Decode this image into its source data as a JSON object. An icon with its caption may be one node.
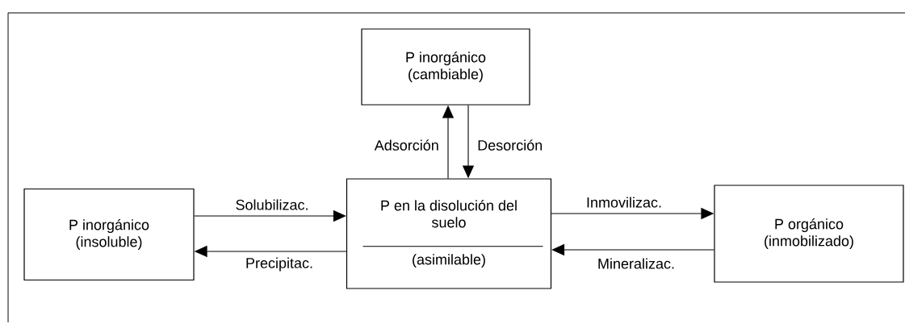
{
  "diagram": {
    "nodes": [
      {
        "text": [
          "P inorgánico (cambiable)"
        ]
      },
      {
        "text": [
          "P inorgánico (insoluble)"
        ]
      },
      {
        "text": [
          "P en la disolución del suelo",
          "(asimilable)"
        ]
      },
      {
        "text": [
          "P orgánico (inmobilizado)"
        ]
      }
    ],
    "edges": [
      {
        "from": 2,
        "to": 0,
        "arrow": "to",
        "label": "Adsorción"
      },
      {
        "from": 0,
        "to": 2,
        "arrow": "to",
        "label": "Desorción"
      },
      {
        "from": 1,
        "to": 2,
        "arrow": "to",
        "label": "Solubilizac."
      },
      {
        "from": 2,
        "to": 1,
        "arrow": "to",
        "label": "Precipitac."
      },
      {
        "from": 2,
        "to": 3,
        "arrow": "to",
        "label": "Inmovilizac."
      },
      {
        "from": 3,
        "to": 2,
        "arrow": "to",
        "label": "Mineralizac."
      }
    ]
  }
}
